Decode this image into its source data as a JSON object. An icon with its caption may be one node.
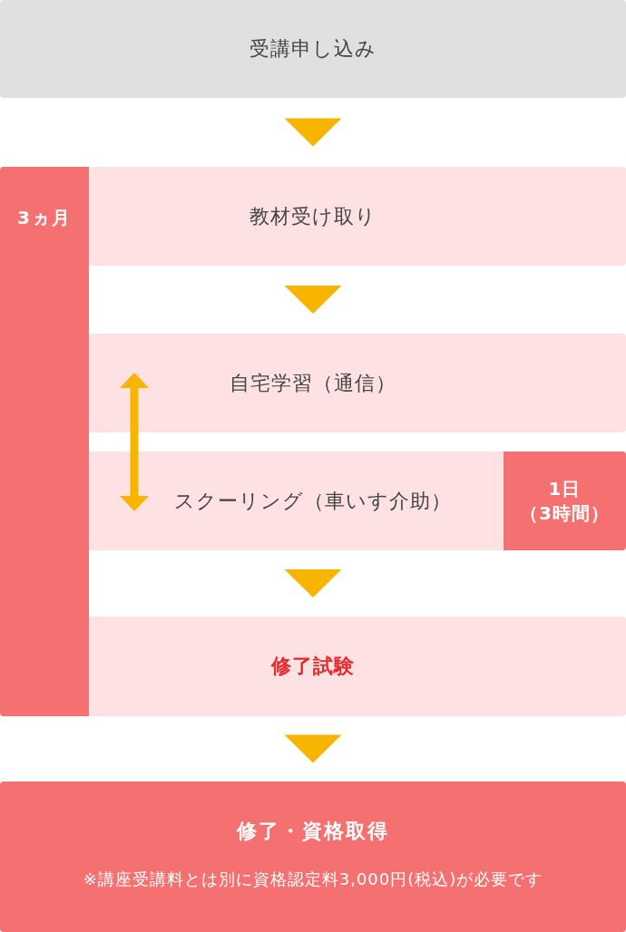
{
  "diagram": {
    "nodes": [
      {
        "text": [
          "受講申し込み"
        ]
      },
      {
        "text": [
          "3ヵ月"
        ]
      },
      {
        "text": [
          "教材受け取り"
        ]
      },
      {
        "text": [
          "自宅学習（通信）"
        ]
      },
      {
        "text": [
          "スクーリング（車いす介助）"
        ]
      },
      {
        "text": [
          "1日",
          "（3時間）"
        ],
        "in": 4
      },
      {
        "text": [
          "修了試験"
        ]
      },
      {
        "text": [
          "修了・資格取得",
          "※講座受講料とは別に資格認定料3,000円(税込)が必要です"
        ]
      }
    ],
    "edges": [
      {
        "from": 0,
        "to": 2,
        "arrow": "to"
      },
      {
        "from": 2,
        "to": 3,
        "arrow": "to"
      },
      {
        "from": 3,
        "to": 4,
        "arrow": "both"
      },
      {
        "from": 4,
        "to": 6,
        "arrow": "to"
      },
      {
        "from": 6,
        "to": 7,
        "arrow": "to"
      }
    ]
  }
}
